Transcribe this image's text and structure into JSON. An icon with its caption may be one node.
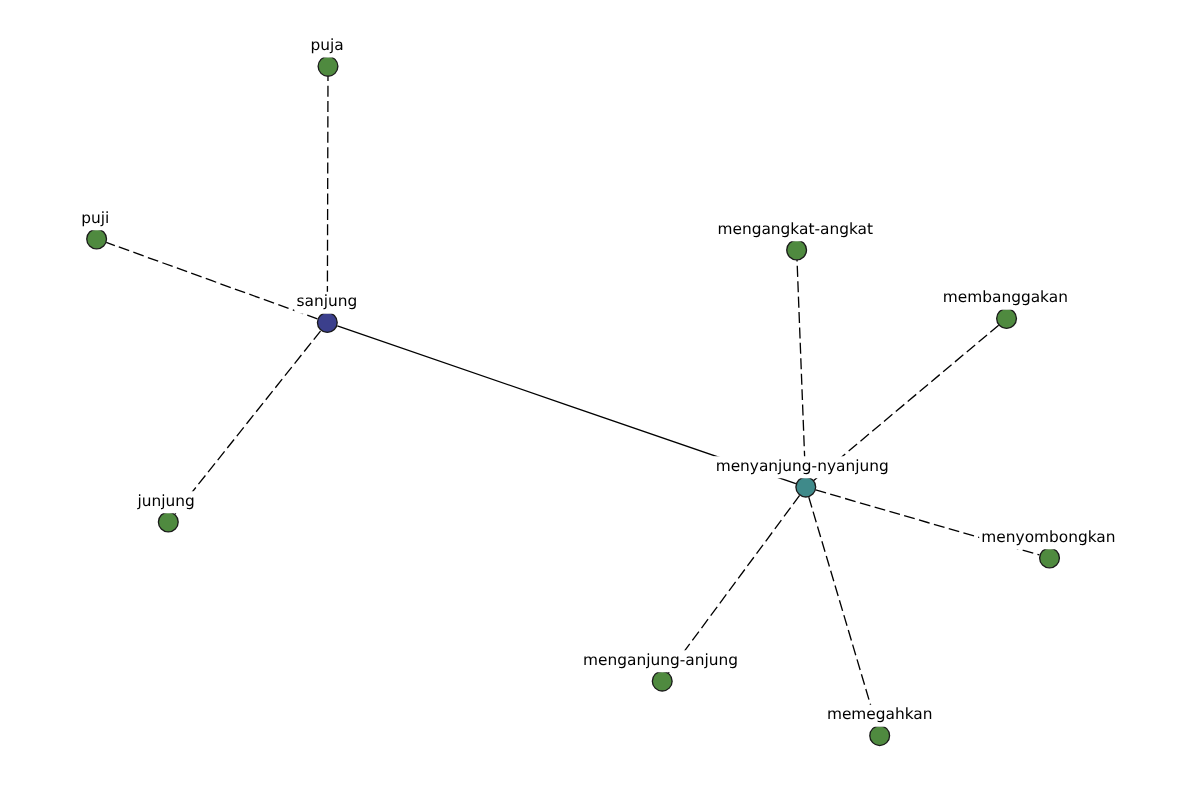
{
  "diagram": {
    "nodes": [
      {
        "text": [
          "puja"
        ]
      },
      {
        "text": [
          "junjung"
        ]
      },
      {
        "text": [
          "sanjung"
        ]
      },
      {
        "text": [
          "puji"
        ]
      },
      {
        "text": [
          "mengangkat-angkat"
        ]
      },
      {
        "text": [
          "membanggakan"
        ]
      },
      {
        "text": [
          "menyanjung-nyanjung"
        ]
      },
      {
        "text": [
          "menganjung-anjung"
        ]
      },
      {
        "text": [
          "memegahkan"
        ]
      },
      {
        "text": [
          "menyombongkan"
        ]
      }
    ],
    "edges": [
      {
        "from": 2,
        "to": 0,
        "arrow": "none",
        "style": "dashed"
      },
      {
        "from": 2,
        "to": 1,
        "arrow": "none",
        "style": "dashed"
      },
      {
        "from": 2,
        "to": 3,
        "arrow": "none",
        "style": "dashed"
      },
      {
        "from": 2,
        "to": 6,
        "arrow": "none"
      },
      {
        "from": 6,
        "to": 4,
        "arrow": "none",
        "style": "dashed"
      },
      {
        "from": 6,
        "to": 5,
        "arrow": "none",
        "style": "dashed"
      },
      {
        "from": 6,
        "to": 7,
        "arrow": "none",
        "style": "dashed"
      },
      {
        "from": 6,
        "to": 8,
        "arrow": "none",
        "style": "dashed"
      },
      {
        "from": 6,
        "to": 9,
        "arrow": "none",
        "style": "dashed"
      }
    ]
  }
}
